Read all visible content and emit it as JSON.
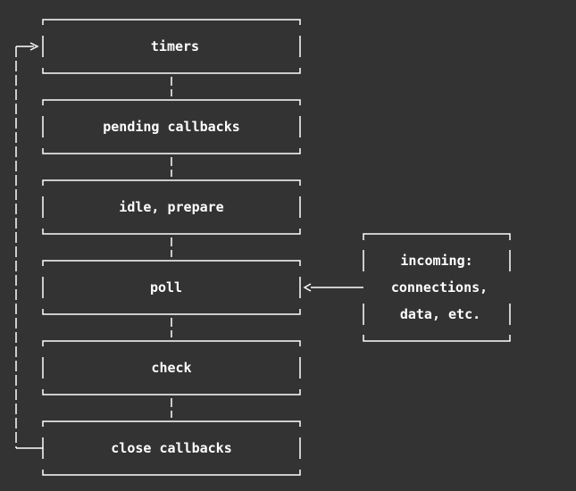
{
  "phases": [
    {
      "id": "timers",
      "label": "timers"
    },
    {
      "id": "pending-callbacks",
      "label": "pending callbacks"
    },
    {
      "id": "idle-prepare",
      "label": "idle, prepare"
    },
    {
      "id": "poll",
      "label": "poll"
    },
    {
      "id": "check",
      "label": "check"
    },
    {
      "id": "close-callbacks",
      "label": "close callbacks"
    }
  ],
  "incoming": {
    "lines": [
      "incoming:",
      "connections,",
      "data, etc."
    ]
  },
  "colors": {
    "background": "#333333",
    "stroke": "#ffffff",
    "text": "#ffffff"
  }
}
